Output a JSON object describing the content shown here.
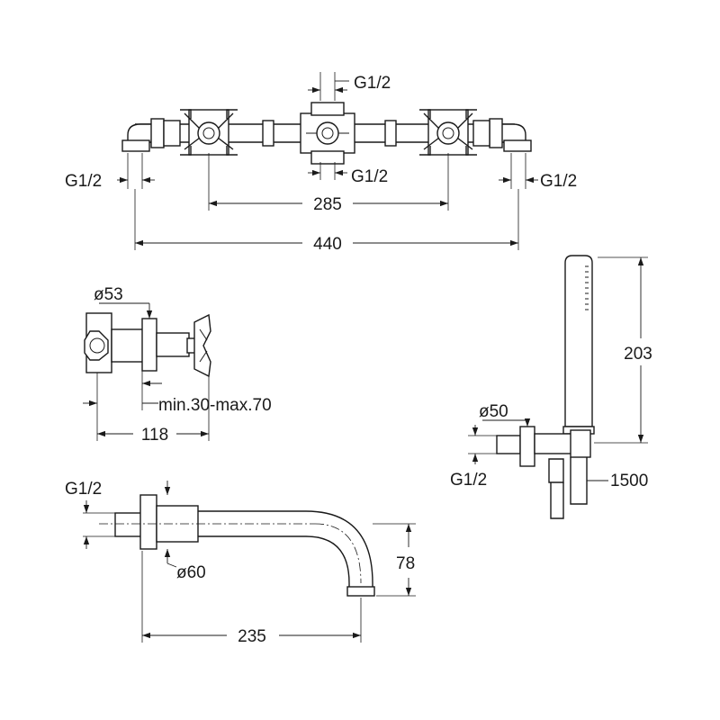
{
  "top_view": {
    "thread_center_top": "G1/2",
    "thread_center_bottom": "G1/2",
    "thread_left": "G1/2",
    "thread_right": "G1/2",
    "dim_valve_spacing": "285",
    "dim_overall_width": "440"
  },
  "side_view": {
    "dim_body_diameter": "ø53",
    "dim_wall_depth": "min.30-max.70",
    "dim_depth": "118"
  },
  "spout": {
    "thread": "G1/2",
    "dim_flange_diameter": "ø60",
    "dim_drop": "78",
    "dim_projection": "235"
  },
  "hand_shower": {
    "dim_flange_diameter": "ø50",
    "thread": "G1/2",
    "dim_height": "203",
    "dim_hose_length": "1500"
  }
}
